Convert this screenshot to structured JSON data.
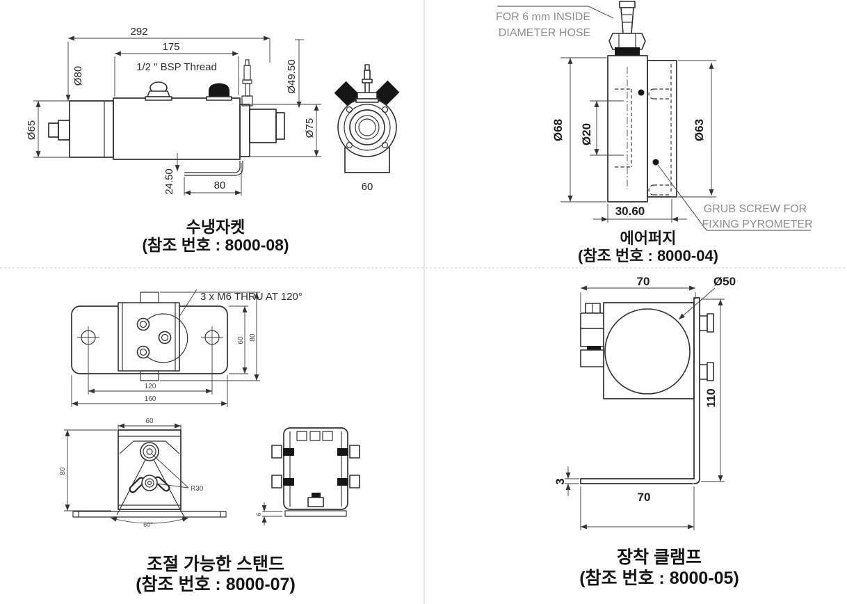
{
  "colors": {
    "line": "#2f2f2f",
    "note_gray": "#8d8d8d",
    "divider": "#cccccc",
    "text": "#141414"
  },
  "water_jacket": {
    "caption_title": "수냉자켓",
    "caption_ref": "(참조 번호 : 8000-08)",
    "dim_overall": "292",
    "dim_thread_len": "175",
    "thread_note": "1/2 \" BSP Thread",
    "dim_dia80": "Ø80",
    "dim_dia65": "Ø65",
    "dim_dia4950": "Ø49.50",
    "dim_dia75": "Ø75",
    "dim_bracket_drop": "24.50",
    "dim_bracket_len": "80",
    "dim_front_width": "60"
  },
  "air_purge": {
    "caption_title": "에어퍼지",
    "caption_ref": "(참조 번호 : 8000-04)",
    "hose_note_l1": "FOR 6 mm INSIDE",
    "hose_note_l2": "DIAMETER HOSE",
    "grub_note_l1": "GRUB SCREW FOR",
    "grub_note_l2": "FIXING PYROMETER",
    "dim_dia68": "Ø68",
    "dim_dia20": "Ø20",
    "dim_dia63": "Ø63",
    "dim_width": "30.60"
  },
  "stand": {
    "caption_title": "조절 가능한 스탠드",
    "caption_ref": "(참조 번호 : 8000-07)",
    "holes_note": "3 x M6 THRU AT 120°",
    "dim_spacing": "120",
    "dim_overall": "160",
    "dim_plate_depth": "60",
    "dim_block_depth": "80",
    "dim_top_width": "60",
    "dim_height": "80",
    "dim_radius": "R30",
    "dim_angle": "60°",
    "dim_base_thk": "6"
  },
  "clamp": {
    "caption_title": "장착 클램프",
    "caption_ref": "(참조 번호 : 8000-05)",
    "dim_top_width": "70",
    "dim_bore": "Ø50",
    "dim_height": "110",
    "dim_leg_thk": "3",
    "dim_leg_len": "70"
  }
}
